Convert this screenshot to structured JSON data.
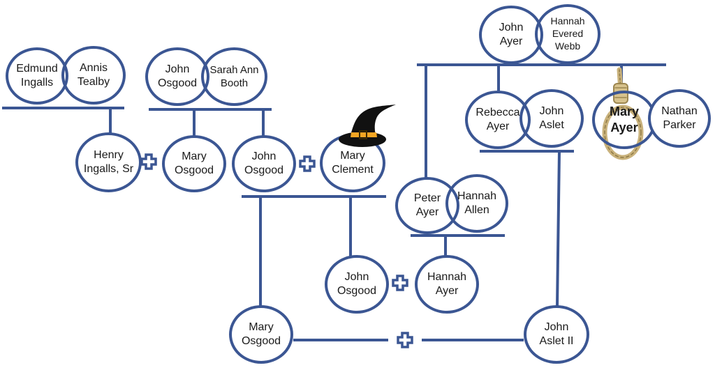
{
  "persons": {
    "edmund_ingalls": "Edmund\nIngalls",
    "annis_tealby": "Annis\nTealby",
    "john_osgood_sr": "John\nOsgood",
    "sarah_ann_booth": "Sarah Ann\nBooth",
    "henry_ingalls_sr": "Henry\nIngalls, Sr",
    "mary_osgood_1": "Mary\nOsgood",
    "john_osgood_2": "John\nOsgood",
    "mary_clement": "Mary\nClement",
    "john_ayer": "John\nAyer",
    "hannah_evered_webb": "Hannah\nEvered\nWebb",
    "rebecca_ayer": "Rebecca\nAyer",
    "john_aslet": "John\nAslet",
    "mary_ayer": "Mary\nAyer",
    "nathan_parker": "Nathan\nParker",
    "peter_ayer": "Peter\nAyer",
    "hannah_allen": "Hannah\nAllen",
    "john_osgood_3": "John\nOsgood",
    "hannah_ayer": "Hannah\nAyer",
    "mary_osgood_2": "Mary\nOsgood",
    "john_aslet_ii": "John\nAslet II"
  },
  "marriage_symbol": "plus-outline-icon",
  "markers": {
    "witch_hat": "witch-hat-icon",
    "noose": "noose-icon"
  },
  "colors": {
    "line": "#3b5693",
    "hat": "#111111",
    "hat_band": "#f5a623",
    "rope": "#c9b27c"
  }
}
